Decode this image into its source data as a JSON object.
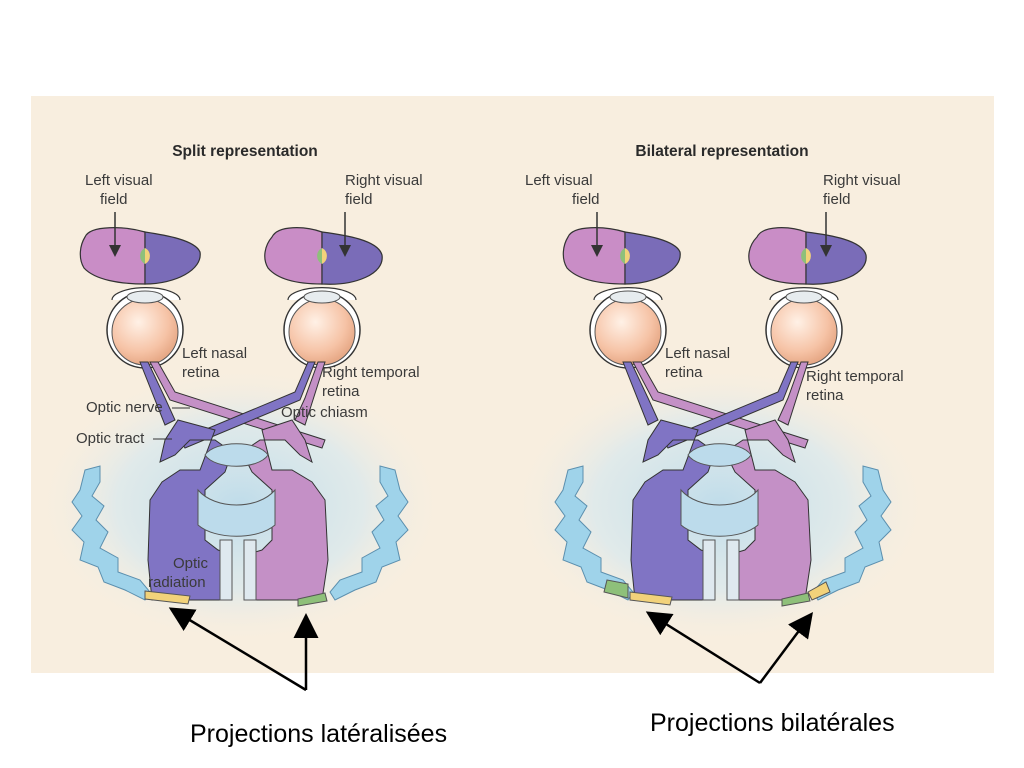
{
  "colors": {
    "panel_bg": "#f8eedf",
    "glow": "#cfe4f0",
    "left_field": "#c98dc6",
    "right_field": "#7a6cb8",
    "pathway_left": "#8074c4",
    "pathway_right": "#c490c6",
    "cortex": "#9fd3ea",
    "yellow_patch": "#f2d27a",
    "green_patch": "#8ec07a",
    "eyeball": "#f6c7ad"
  },
  "panels": [
    {
      "title": "Split representation",
      "left_field_label": [
        "Left visual",
        "field"
      ],
      "right_field_label": [
        "Right visual",
        "field"
      ],
      "left_nasal_label": [
        "Left nasal",
        "retina"
      ],
      "right_temporal_label": [
        "Right temporal",
        "retina"
      ],
      "optic_nerve_label": "Optic nerve",
      "optic_tract_label": "Optic tract",
      "optic_chiasm_label": "Optic chiasm",
      "optic_radiation_label": [
        "Optic",
        "radiation"
      ]
    },
    {
      "title": "Bilateral representation",
      "left_field_label": [
        "Left visual",
        "field"
      ],
      "right_field_label": [
        "Right visual",
        "field"
      ],
      "left_nasal_label": [
        "Left nasal",
        "retina"
      ],
      "right_temporal_label": [
        "Right temporal",
        "retina"
      ]
    }
  ],
  "captions": {
    "left": "Projections latéralisées",
    "right": "Projections bilatérales"
  }
}
